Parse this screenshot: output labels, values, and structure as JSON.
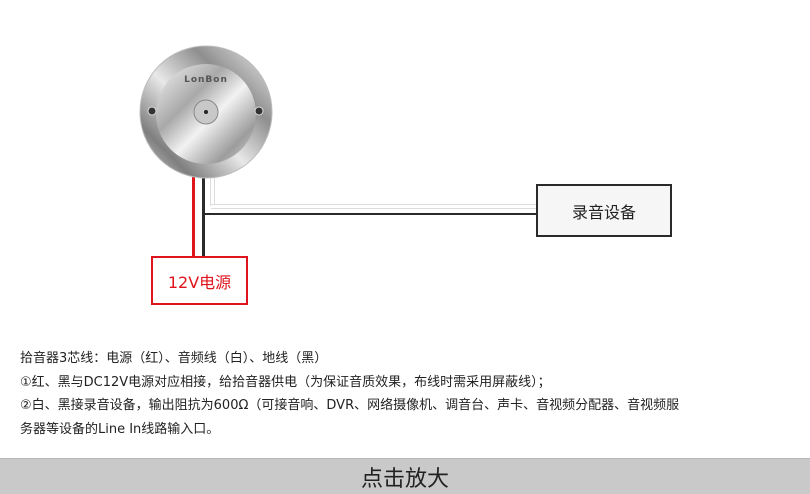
{
  "device": {
    "brand_logo": "LonBon"
  },
  "boxes": {
    "power": "12V电源",
    "recorder": "录音设备"
  },
  "colors": {
    "power_wire": "#e0141c",
    "ground_wire": "#2a2a2a",
    "audio_wire": "#e6e6e6"
  },
  "notes": [
    "拾音器3芯线：电源（红）、音频线（白）、地线（黑）",
    "①红、黑与DC12V电源对应相接，给拾音器供电（为保证音质效果，布线时需采用屏蔽线）；",
    "②白、黑接录音设备，输出阻抗为600Ω（可接音响、DVR、网络摄像机、调音台、声卡、音视频分配器、音视频服",
    "务器等设备的Line In线路输入口。"
  ],
  "zoom_button": "点击放大"
}
